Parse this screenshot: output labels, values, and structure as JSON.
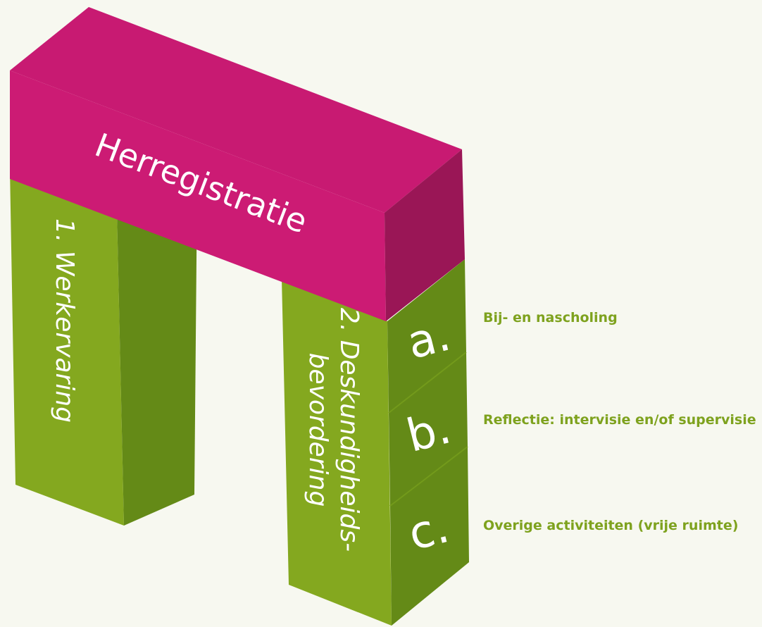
{
  "title": "Herregistratie",
  "pillars": {
    "left": {
      "label": "1. Werkervaring"
    },
    "right": {
      "line1": "2. Deskundigheids-",
      "line2": "bevordering"
    }
  },
  "blocks": [
    {
      "letter": "a.",
      "label": "Bij- en nascholing"
    },
    {
      "letter": "b.",
      "label": "Reflectie: intervisie en/of supervisie"
    },
    {
      "letter": "c.",
      "label": "Overige activiteiten (vrije ruimte)"
    }
  ],
  "colors": {
    "magenta_front": "#cc1b74",
    "magenta_side": "#9a1656",
    "green_front": "#84a81f",
    "green_side": "#648a17",
    "label_green": "#7ea21e",
    "background": "#f7f8f0"
  }
}
